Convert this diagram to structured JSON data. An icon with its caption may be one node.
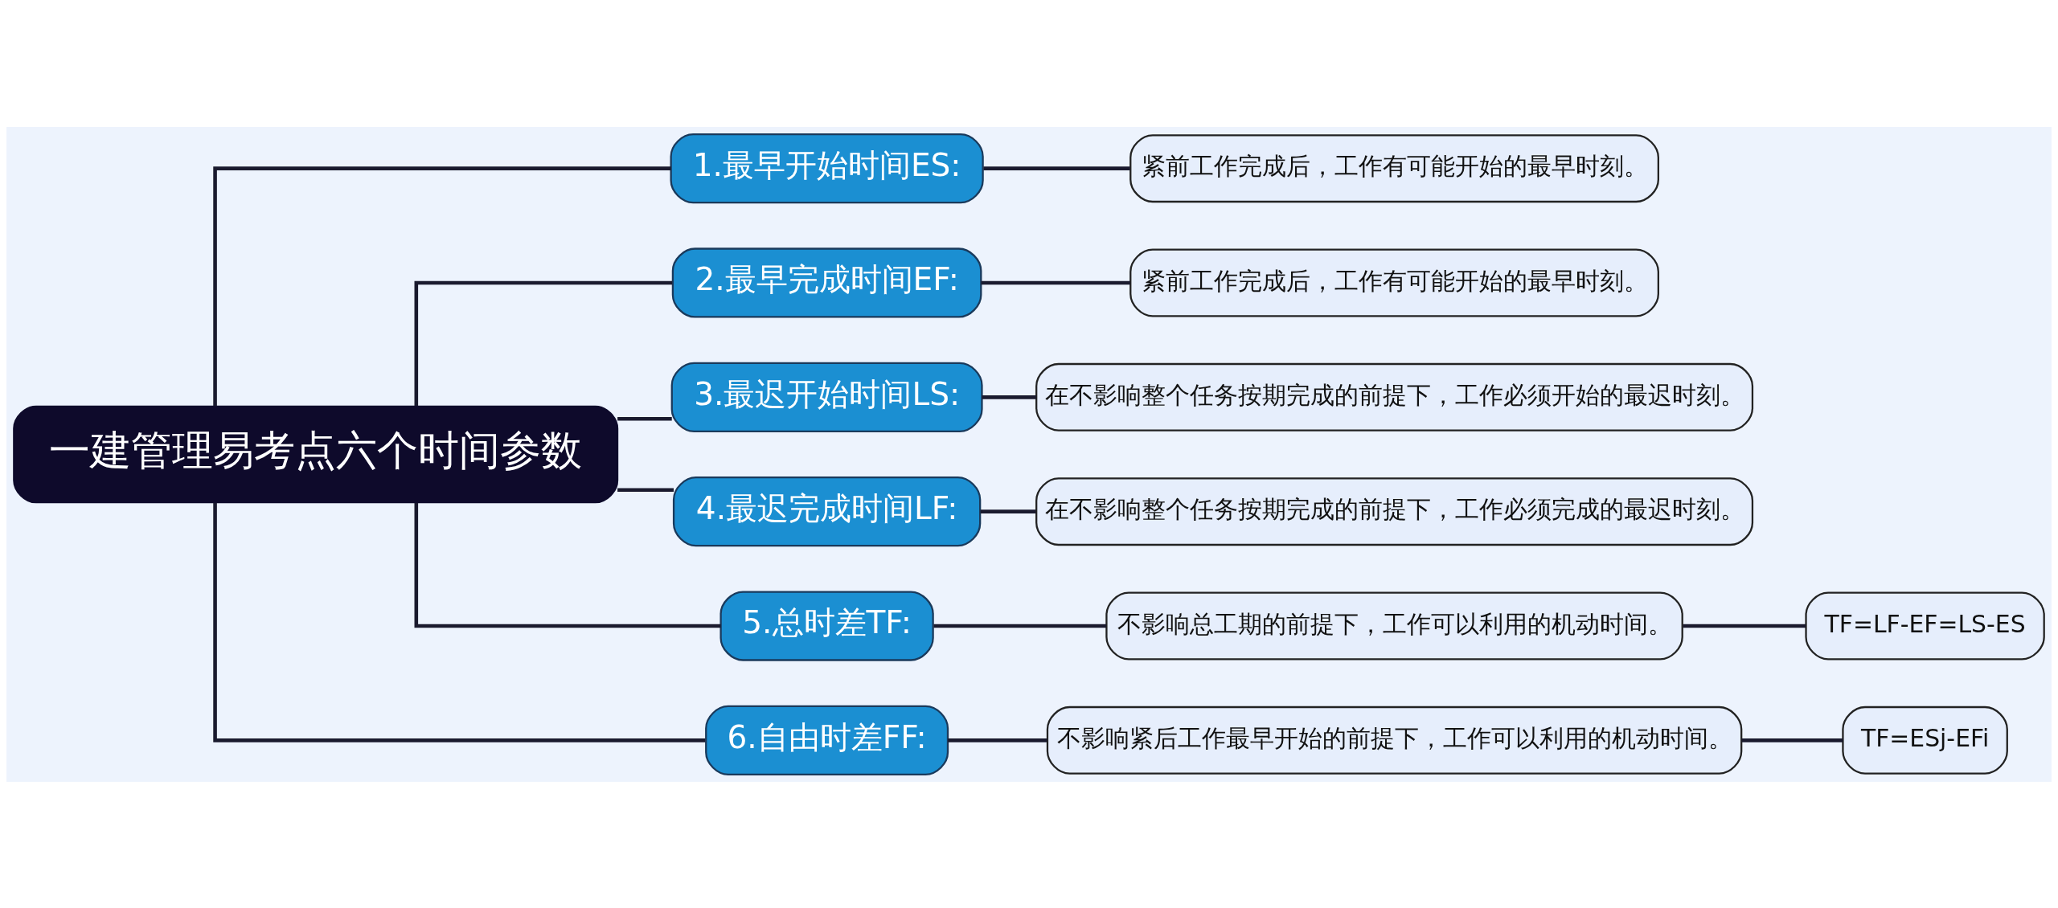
{
  "diagram": {
    "nodes": [
      {
        "text": [
          "一建管理易考点六个时间参数"
        ]
      },
      {
        "text": [
          "1.最早开始时间ES:"
        ]
      },
      {
        "text": [
          "紧前工作完成后，工作有可能开始的最早时刻。"
        ]
      },
      {
        "text": [
          "2.最早完成时间EF:"
        ]
      },
      {
        "text": [
          "紧前工作完成后，工作有可能开始的最早时刻。"
        ]
      },
      {
        "text": [
          "3.最迟开始时间LS:"
        ]
      },
      {
        "text": [
          "在不影响整个任务按期完成的前提下，工作必须开始的最迟时刻。"
        ]
      },
      {
        "text": [
          "4.最迟完成时间LF:"
        ]
      },
      {
        "text": [
          "在不影响整个任务按期完成的前提下，工作必须完成的最迟时刻。"
        ]
      },
      {
        "text": [
          "5.总时差TF:"
        ]
      },
      {
        "text": [
          "不影响总工期的前提下，工作可以利用的机动时间。"
        ]
      },
      {
        "text": [
          "TF=LF-EF=LS-ES"
        ]
      },
      {
        "text": [
          "6.自由时差FF:"
        ]
      },
      {
        "text": [
          "不影响紧后工作最早开始的前提下，工作可以利用的机动时间。"
        ]
      },
      {
        "text": [
          "TF=ESj-EFi"
        ]
      }
    ],
    "edges": [
      {
        "from": 0,
        "to": 1,
        "arrow": "none"
      },
      {
        "from": 1,
        "to": 2,
        "arrow": "none"
      },
      {
        "from": 0,
        "to": 3,
        "arrow": "none"
      },
      {
        "from": 3,
        "to": 4,
        "arrow": "none"
      },
      {
        "from": 0,
        "to": 5,
        "arrow": "none"
      },
      {
        "from": 5,
        "to": 6,
        "arrow": "none"
      },
      {
        "from": 0,
        "to": 7,
        "arrow": "none"
      },
      {
        "from": 7,
        "to": 8,
        "arrow": "none"
      },
      {
        "from": 0,
        "to": 9,
        "arrow": "none"
      },
      {
        "from": 9,
        "to": 10,
        "arrow": "none"
      },
      {
        "from": 10,
        "to": 11,
        "arrow": "none"
      },
      {
        "from": 0,
        "to": 12,
        "arrow": "none"
      },
      {
        "from": 12,
        "to": 13,
        "arrow": "none"
      },
      {
        "from": 13,
        "to": 14,
        "arrow": "none"
      }
    ]
  }
}
